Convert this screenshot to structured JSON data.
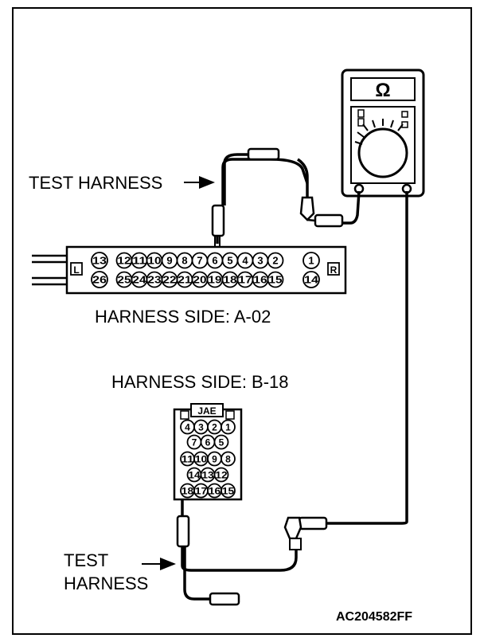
{
  "labels": {
    "test_harness_top": "TEST HARNESS",
    "test_harness_bottom_1": "TEST",
    "test_harness_bottom_2": "HARNESS",
    "harness_side_a": "HARNESS SIDE: A-02",
    "harness_side_b": "HARNESS SIDE: B-18",
    "figure_code": "AC204582FF"
  },
  "meter": {
    "symbol": "Ω"
  },
  "connector_a02": {
    "left_tag": "L",
    "right_tag": "R",
    "top_row": [
      "13",
      "12",
      "11",
      "10",
      "9",
      "8",
      "7",
      "6",
      "5",
      "4",
      "3",
      "2",
      "1"
    ],
    "bottom_row": [
      "26",
      "25",
      "24",
      "23",
      "22",
      "21",
      "20",
      "19",
      "18",
      "17",
      "16",
      "15",
      "14"
    ]
  },
  "connector_b18": {
    "brand": "JAE",
    "rows": [
      [
        "4",
        "3",
        "2",
        "1"
      ],
      [
        "7",
        "6",
        "5"
      ],
      [
        "11",
        "10",
        "9",
        "8"
      ],
      [
        "14",
        "13",
        "12"
      ],
      [
        "18",
        "17",
        "16",
        "15"
      ]
    ]
  }
}
